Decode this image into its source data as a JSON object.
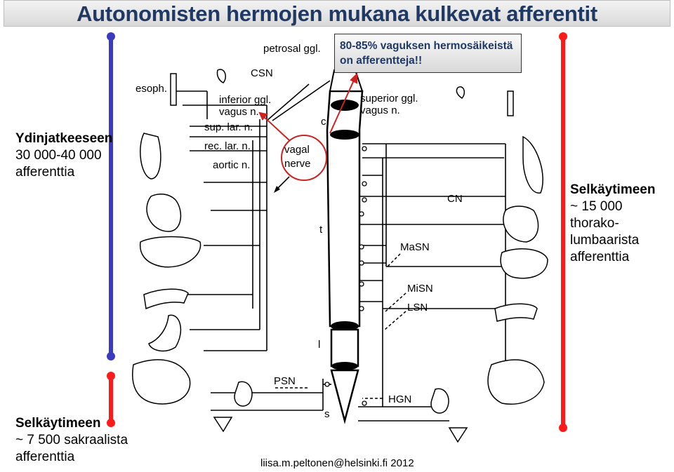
{
  "title": "Autonomisten hermojen mukana kulkevat afferentit",
  "callout": {
    "line1": "80-85% vaguksen hermosäikeistä",
    "line2": "on afferentteja!!"
  },
  "left_top": {
    "heading": "Ydinjatkeeseen",
    "line2": "30 000-40 000",
    "line3": "afferenttia"
  },
  "right": {
    "heading": "Selkäytimeen",
    "line2": "~ 15 000",
    "line3": "thorako-",
    "line4": "lumbaarista",
    "line5": "afferenttia"
  },
  "left_bottom": {
    "heading": "Selkäytimeen",
    "line2": "~ 7 500 sakraalista",
    "line3": "afferenttia"
  },
  "diagram_labels": {
    "petrosal": "petrosal ggl.",
    "csn": "CSN",
    "esoph": "esoph.",
    "inferior1": "inferior ggl.",
    "inferior2": "vagus n.",
    "superior1": "superior ggl.",
    "superior2": "vagus n.",
    "suplar": "sup. lar. n.",
    "reclar": "rec. lar. n.",
    "aortic": "aortic n.",
    "vagal1": "vagal",
    "vagal2": "nerve",
    "c": "c",
    "t": "t",
    "l": "l",
    "s": "s",
    "cn": "CN",
    "masn": "MaSN",
    "misn": "MiSN",
    "lsn": "LSN",
    "psn": "PSN",
    "hgn": "HGN"
  },
  "footer": "liisa.m.peltonen@helsinki.fi 2012",
  "colors": {
    "title": "#1f3864",
    "blue_bar": "#3b3bbf",
    "red_bar": "#ff1a1a",
    "circle": "#cc2222"
  }
}
